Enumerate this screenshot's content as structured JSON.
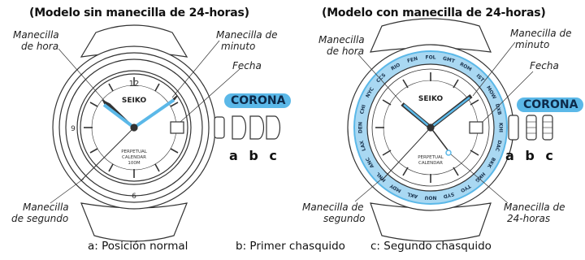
{
  "left": {
    "title": "(Modelo sin manecilla de 24-horas)",
    "hour_hand": [
      "Manecilla",
      "de hora"
    ],
    "minute_hand": [
      "Manecilla de",
      "minuto"
    ],
    "date": "Fecha",
    "second_hand": [
      "Manecilla",
      "de segundo"
    ],
    "crown": "CORONA",
    "positions": "a b c",
    "dial": {
      "brand": "SEIKO",
      "line1": "PERPETUAL",
      "line2": "CALENDAR",
      "line3": "100M",
      "n12": "12",
      "n9": "9",
      "n6": "6"
    }
  },
  "right": {
    "title": "(Modelo con manecilla de 24-horas)",
    "hour_hand": [
      "Manecilla",
      "de hora"
    ],
    "minute_hand": [
      "Manecilla de",
      "minuto"
    ],
    "date": "Fecha",
    "second_hand": [
      "Manecilla de",
      "segundo"
    ],
    "hand24": [
      "Manecilla de",
      "24-horas"
    ],
    "crown": "CORONA",
    "positions": "a b c",
    "dial": {
      "brand": "SEIKO",
      "line1": "PERPETUAL",
      "line2": "CALENDAR"
    },
    "bezel_cities": [
      "FOL",
      "GMT",
      "ROM",
      "IST",
      "MOW",
      "DXB",
      "KHI",
      "DAC",
      "BKK",
      "HKG",
      "TYO",
      "SYD",
      "NOU",
      "AKL",
      "MDY",
      "HNL",
      "ANC",
      "LAX",
      "DEN",
      "CHI",
      "NYC",
      "CCS",
      "RIO",
      "FEN"
    ]
  },
  "captions": {
    "a": "a: Posición normal",
    "b": "b: Primer chasquido",
    "c": "c: Segundo chasquido"
  },
  "colors": {
    "accent_blue": "#5bb8e8",
    "bezel_light_blue": "#a9d8f2",
    "outline": "#333333"
  }
}
